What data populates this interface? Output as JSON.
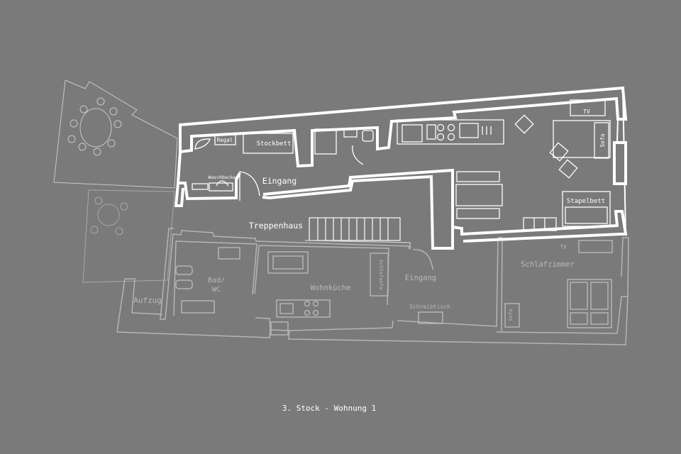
{
  "caption": "3. Stock - Wohnung 1",
  "colors": {
    "background": "#7a7a7a",
    "active_unit": "#ffffff",
    "faded_unit": "#b5b5b5",
    "terrace": "#c8c8c8"
  },
  "active_unit": {
    "labels": {
      "regal": "Regal",
      "stockbett": "Stockbett",
      "waschbecken": "Waschbecken",
      "eingang": "Eingang",
      "tv": "TV",
      "sofa": "Sofa",
      "stapelbett": "Stapelbett"
    }
  },
  "common": {
    "treppenhaus": "Treppenhaus"
  },
  "faded_unit": {
    "labels": {
      "aufzug": "Aufzug",
      "bad_wc_line1": "Bad/",
      "bad_wc_line2": "WC",
      "wohnkueche": "Wohnküche",
      "schlafsofa": "Schlafsofa",
      "eingang": "Eingang",
      "schreibtisch": "Schreibtisch",
      "tv": "TV",
      "schlafzimmer": "Schlafzimmer",
      "sofa": "Sofa"
    }
  }
}
